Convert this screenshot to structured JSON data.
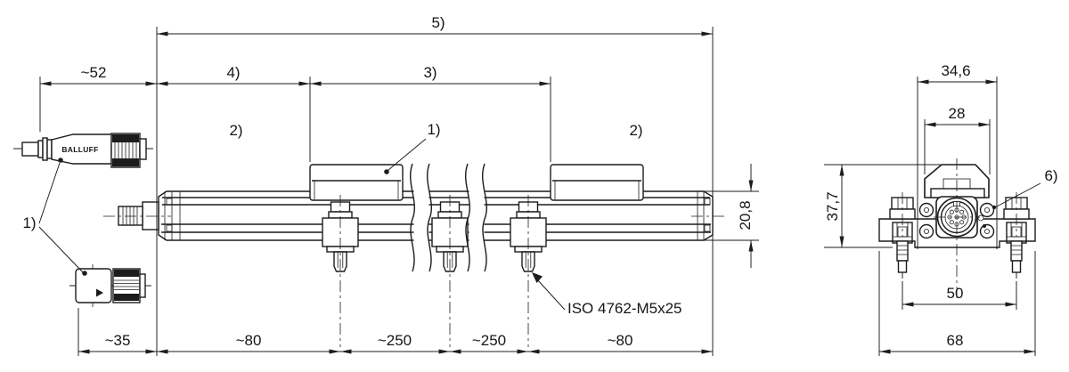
{
  "drawing": {
    "dims": {
      "span5": "5)",
      "cable": "~52",
      "seg4": "4)",
      "seg3": "3)",
      "conn_offset": "~35",
      "end80a": "~80",
      "mid250a": "~250",
      "mid250b": "~250",
      "end80b": "~80",
      "profile_height": "20,8",
      "head_width": "34,6",
      "housing_width": "28",
      "head_height": "37,7",
      "stud_spacing": "50",
      "base_width": "68"
    },
    "refs": {
      "r1_connectors": "1)",
      "r1_magnet": "1)",
      "r2_left": "2)",
      "r2_right": "2)",
      "r6": "6)"
    },
    "notes": {
      "screw": "ISO 4762-M5x25"
    },
    "brand": "BALLUFF"
  }
}
